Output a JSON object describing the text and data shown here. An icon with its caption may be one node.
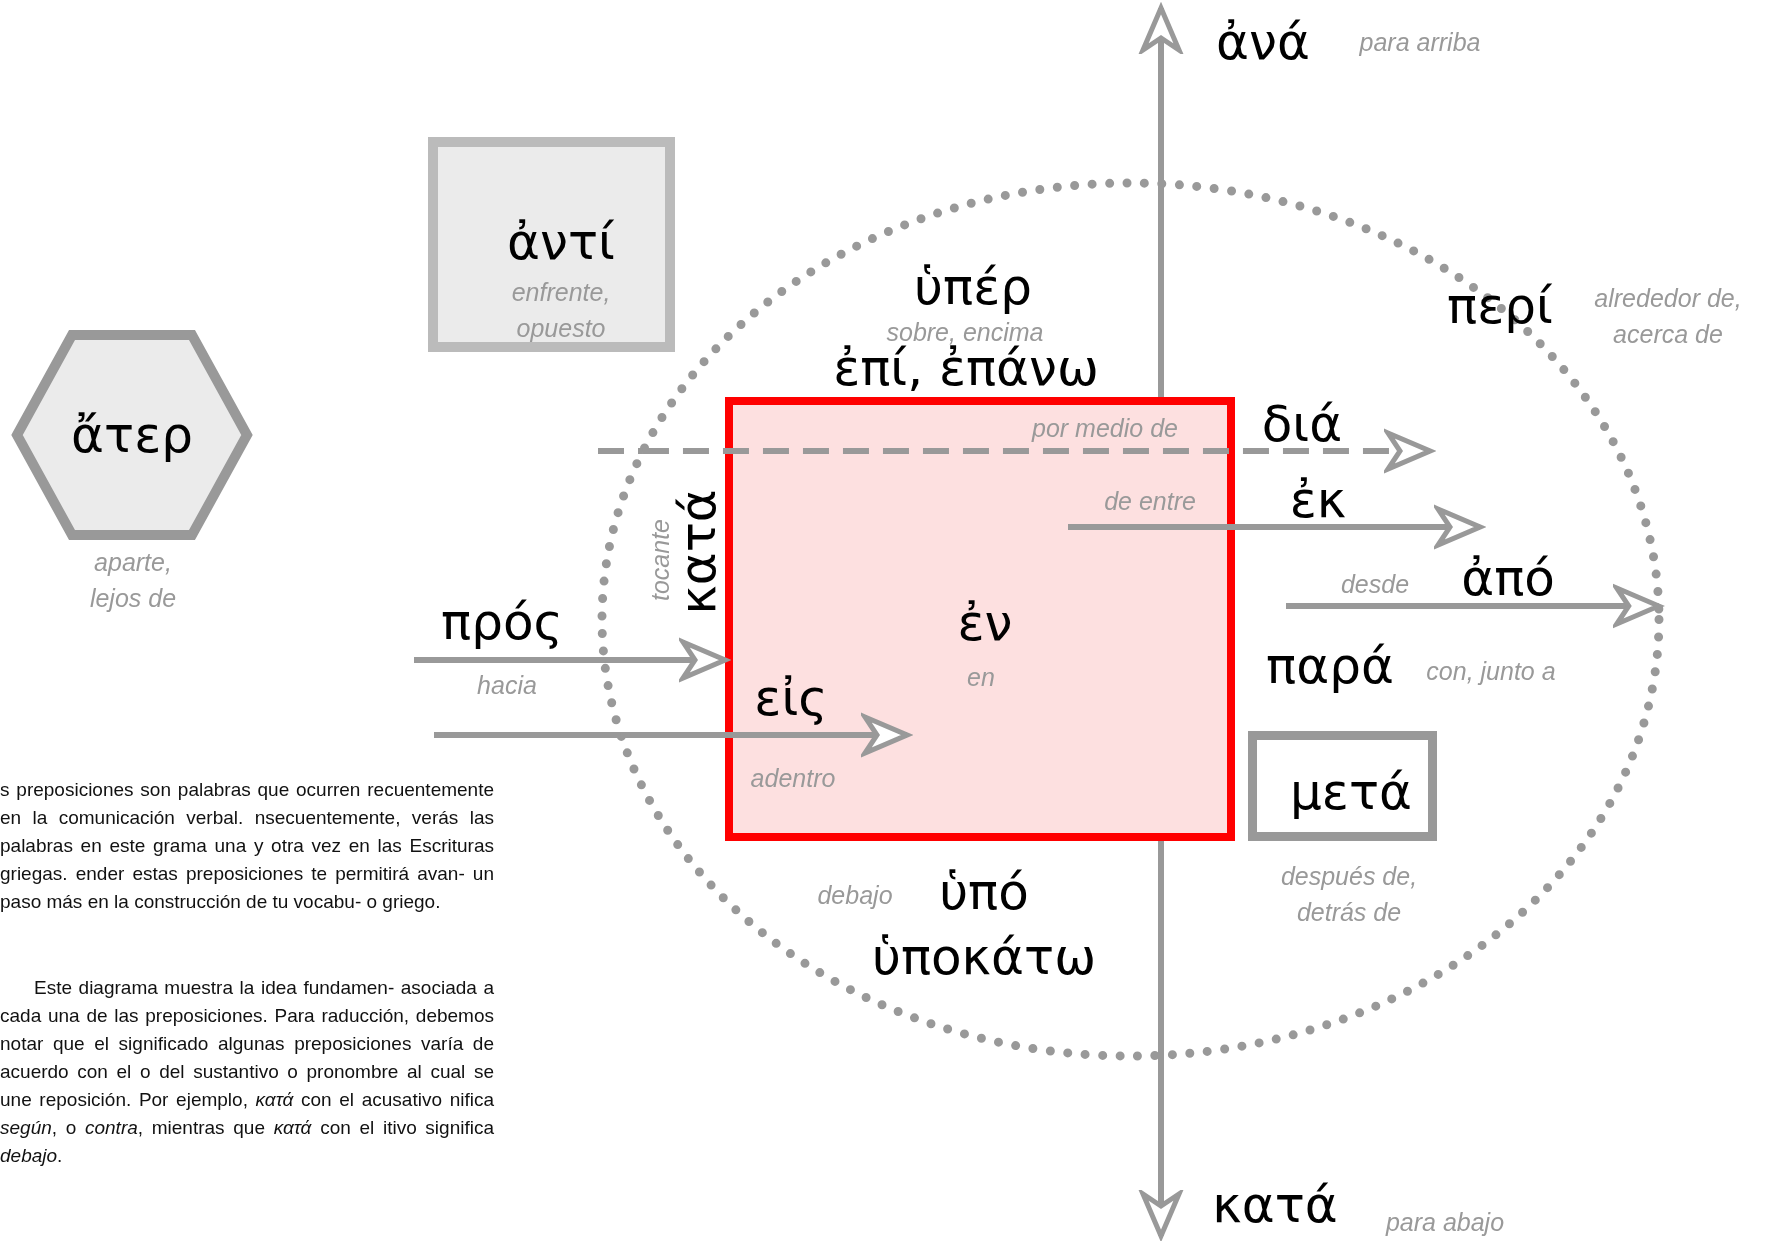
{
  "diagram": {
    "nodes": [
      {
        "text": [
          "ἄτερ"
        ],
        "beside": [
          "aparte, lejos de"
        ]
      },
      {
        "text": [
          "ἀντί",
          "enfrente, opuesto"
        ]
      },
      {
        "text": [
          "περί",
          "alrededor de, acerca de"
        ]
      },
      {
        "text": [
          "ἐν",
          "en"
        ],
        "in": 2
      },
      {
        "text": [
          "μετά"
        ],
        "beside": [
          "después de, detrás de"
        ],
        "in": 2
      }
    ],
    "edges": [
      {
        "from": 3,
        "to": null,
        "arrow": "to",
        "label": "ἀνά"
      },
      {
        "from": 3,
        "to": null,
        "arrow": "to",
        "label": "κατά"
      },
      {
        "from": 2,
        "to": null,
        "arrow": "to",
        "label": "διά",
        "style": "dashed"
      },
      {
        "from": 3,
        "to": null,
        "arrow": "to",
        "label": "ἐκ"
      },
      {
        "from": null,
        "to": 2,
        "arrow": "to",
        "label": "ἀπό"
      },
      {
        "from": null,
        "to": 3,
        "arrow": "to",
        "label": "πρός"
      },
      {
        "from": 2,
        "to": 3,
        "arrow": "to",
        "label": "εἰς"
      }
    ],
    "labels": [
      "para arriba",
      "ὑπέρ",
      "sobre, encima",
      "ἐπί, ἐπάνω",
      "por medio de",
      "de entre",
      "desde",
      "κατά",
      "tocante",
      "hacia",
      "παρά",
      "con, junto a",
      "adentro",
      "s preposiciones son palabras que ocurren recuentemente en la comunicación verbal. nsecuentemente, verás las palabras en este grama una y otra vez en las Escrituras griegas. ender estas preposiciones te permitirá avan- un paso más en la construcción de tu vocabu- o griego.",
      "Este diagrama muestra la idea fundamen- asociada a cada una de las preposiciones. Para raducción, debemos notar que el significado algunas preposiciones varía de acuerdo con el o del sustantivo o pronombre al cual se une reposición. Por ejemplo, *κατά* con el acusativo nifica *según*, o *contra*, mientras que *κατά* con el itivo significa *debajo*.",
      "debajo",
      "ὑπό",
      "ὑποκάτω",
      "para abajo"
    ]
  }
}
